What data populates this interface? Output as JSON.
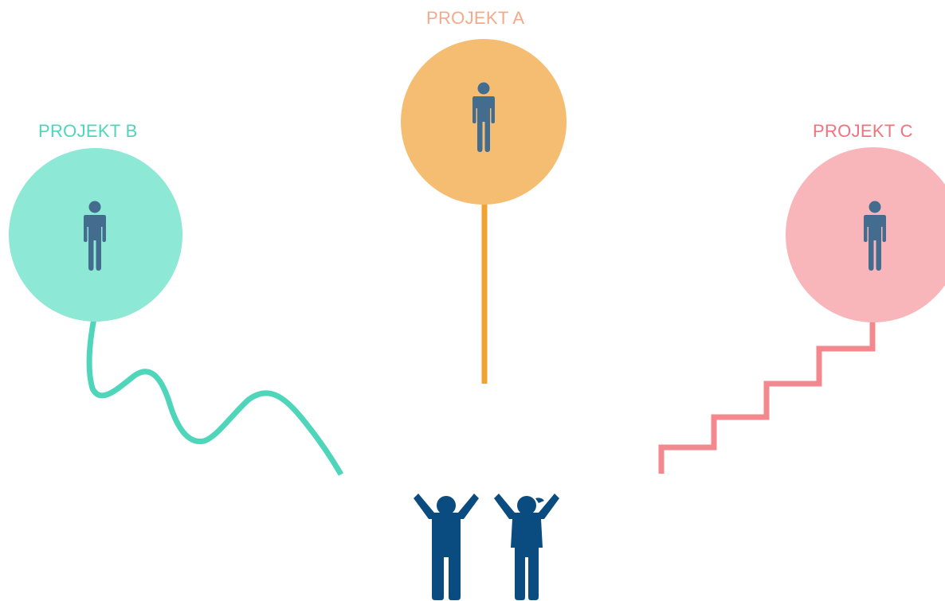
{
  "projects": {
    "a": {
      "label": "PROJEKT A",
      "label_color": "#F4A98A",
      "circle_color": "#F5BD72",
      "path_color": "#F2A22E",
      "path_style": "straight"
    },
    "b": {
      "label": "PROJEKT B",
      "label_color": "#4FD6BA",
      "circle_color": "#8DE8D6",
      "path_color": "#4FD6BA",
      "path_style": "wavy"
    },
    "c": {
      "label": "PROJEKT C",
      "label_color": "#F0737E",
      "circle_color": "#F8B6BA",
      "path_color": "#F4888F",
      "path_style": "staircase"
    }
  },
  "colors": {
    "person_icon": "#446C8F",
    "group_icon": "#0B4C80",
    "background": "#FFFFFF"
  },
  "icons": {
    "project_member": "person-icon",
    "team": "team-celebrating-icon"
  }
}
